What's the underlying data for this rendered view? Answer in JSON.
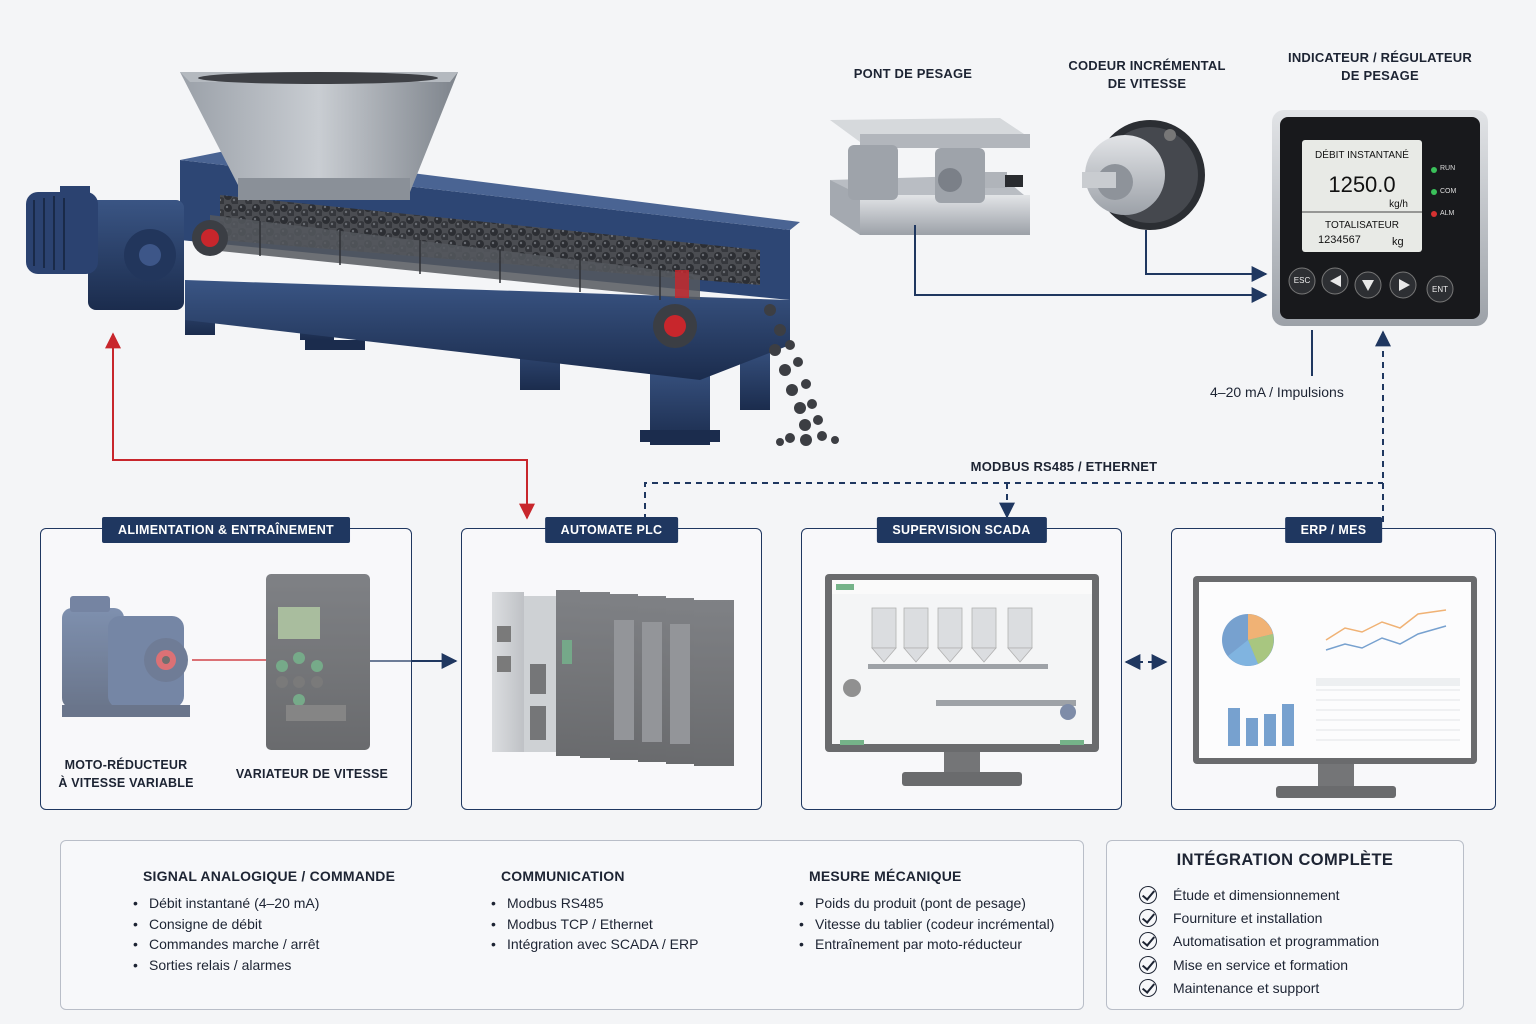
{
  "labels": {
    "pont_pesage": "PONT DE PESAGE",
    "codeur_l1": "CODEUR INCRÉMENTAL",
    "codeur_l2": "DE VITESSE",
    "indicateur_l1": "INDICATEUR / RÉGULATEUR",
    "indicateur_l2": "DE PESAGE",
    "signal_analog": "4–20 mA / Impulsions",
    "bus_comm": "MODBUS RS485 / ETHERNET",
    "moto_l1": "MOTO-RÉDUCTEUR",
    "moto_l2": "À VITESSE VARIABLE",
    "variateur": "VARIATEUR DE VITESSE"
  },
  "display": {
    "title": "DÉBIT INSTANTANÉ",
    "value": "1250.0",
    "unit": "kg/h",
    "total_label": "TOTALISATEUR",
    "total_value": "1234567",
    "total_unit": "kg",
    "led_run": "RUN",
    "led_com": "COM",
    "led_alm": "ALM",
    "btn_esc": "ESC",
    "btn_ent": "ENT"
  },
  "panels": {
    "alimentation": "ALIMENTATION & ENTRAÎNEMENT",
    "plc": "AUTOMATE PLC",
    "scada": "SUPERVISION SCADA",
    "erp": "ERP / MES"
  },
  "legend": {
    "analog": {
      "title": "SIGNAL ANALOGIQUE / COMMANDE",
      "items": [
        "Débit instantané (4–20 mA)",
        "Consigne de débit",
        "Commandes marche / arrêt",
        "Sorties relais / alarmes"
      ]
    },
    "comm": {
      "title": "COMMUNICATION",
      "items": [
        "Modbus RS485",
        "Modbus TCP / Ethernet",
        "Intégration avec SCADA / ERP"
      ]
    },
    "meca": {
      "title": "MESURE MÉCANIQUE",
      "items": [
        "Poids du produit (pont de pesage)",
        "Vitesse du tablier (codeur incrémental)",
        "Entraînement par moto-réducteur"
      ]
    }
  },
  "integration": {
    "title": "INTÉGRATION COMPLÈTE",
    "items": [
      "Étude et dimensionnement",
      "Fourniture et installation",
      "Automatisation et programmation",
      "Mise en service et formation",
      "Maintenance et support"
    ]
  },
  "colors": {
    "navy": "#1f3760",
    "red": "#c8262c",
    "steel": "#2a3f66",
    "dark": "#2b2e33"
  }
}
